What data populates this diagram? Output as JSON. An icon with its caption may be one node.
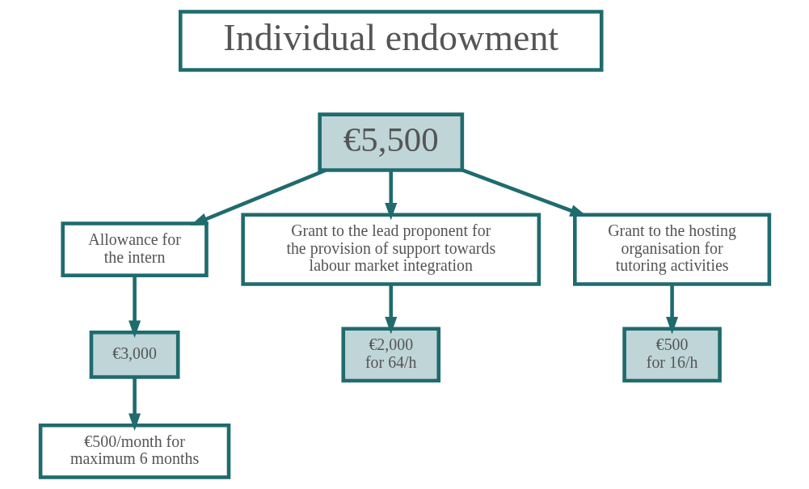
{
  "diagram": {
    "nodes": [
      {
        "text": [
          "Individual endowment"
        ]
      },
      {
        "text": [
          "€5,500"
        ]
      },
      {
        "text": [
          "Allowance for the intern"
        ]
      },
      {
        "text": [
          "Grant to the lead proponent for the provision of support towards labour market integration"
        ]
      },
      {
        "text": [
          "Grant to the hosting organisation for tutoring activities"
        ]
      },
      {
        "text": [
          "€3,000"
        ]
      },
      {
        "text": [
          "€2,000",
          "for 64/h"
        ]
      },
      {
        "text": [
          "€500",
          "for 16/h"
        ]
      },
      {
        "text": [
          "€500/month for maximum 6 months"
        ]
      }
    ],
    "edges": [
      {
        "from": 1,
        "to": 2,
        "arrow": "to"
      },
      {
        "from": 1,
        "to": 3,
        "arrow": "to"
      },
      {
        "from": 1,
        "to": 4,
        "arrow": "to"
      },
      {
        "from": 2,
        "to": 5,
        "arrow": "to"
      },
      {
        "from": 3,
        "to": 6,
        "arrow": "to"
      },
      {
        "from": 4,
        "to": 7,
        "arrow": "to"
      },
      {
        "from": 5,
        "to": 8,
        "arrow": "to"
      }
    ]
  }
}
